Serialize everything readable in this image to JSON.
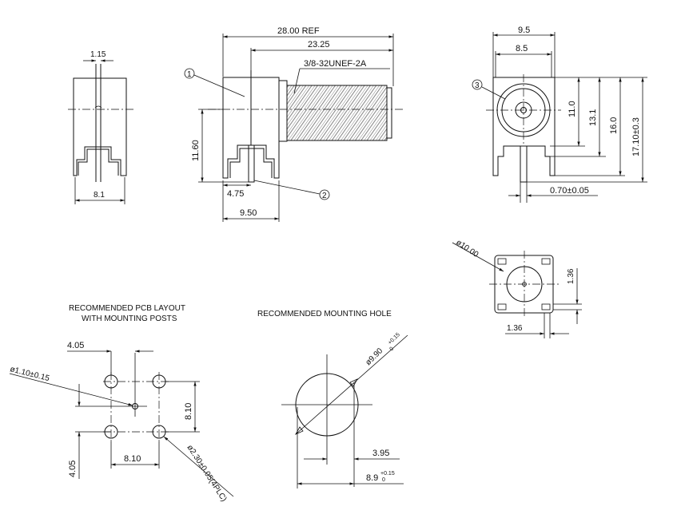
{
  "side_view": {
    "dim_overall": "28.00 REF",
    "dim_thread_length": "23.25",
    "thread_spec": "3/8-32UNEF-2A",
    "dim_height": "11.60",
    "dim_pin_offset": "4.75",
    "dim_body_width": "9.50"
  },
  "end_view": {
    "dim_pin_thickness": "1.15",
    "dim_width": "8.1"
  },
  "front_view": {
    "dim_outer_width": "9.5",
    "dim_inner_width": "8.5",
    "dim_11": "11.0",
    "dim_13": "13.1",
    "dim_16": "16.0",
    "dim_17": "17.10±0.3",
    "dim_pin": "0.70±0.05"
  },
  "bottom_view": {
    "dim_dia": "ø10.00",
    "dim_vert": "1.36",
    "dim_horiz": "1.36"
  },
  "pcb_layout": {
    "title_line1": "RECOMMENDED PCB LAYOUT",
    "title_line2": "WITH MOUNTING POSTS",
    "dim_405_top": "4.05",
    "dim_center_hole": "ø1.10±0.15",
    "dim_810_vert": "8.10",
    "dim_810_horiz": "8.10",
    "dim_405_left": "4.05",
    "dim_post_holes": "ø2.30±0.05(4PLC)"
  },
  "mounting_hole": {
    "title": "RECOMMENDED MOUNTING HOLE",
    "dim_dia": "ø9.90",
    "dim_dia_tol_top": "+0.15",
    "dim_dia_tol_bottom": "0",
    "dim_395": "3.95",
    "dim_89": "8.9",
    "dim_89_tol_top": "+0.15",
    "dim_89_tol_bottom": "0"
  },
  "callouts": {
    "one": "1",
    "two": "2",
    "three": "3"
  }
}
